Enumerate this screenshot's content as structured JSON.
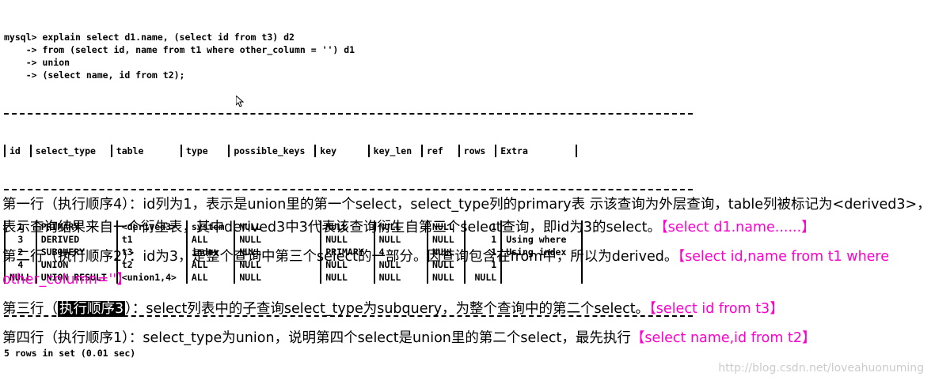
{
  "console": {
    "query_lines": [
      "mysql> explain select d1.name, (select id from t3) d2",
      "    -> from (select id, name from t1 where other_column = '') d1",
      "    -> union",
      "    -> (select name, id from t2);"
    ],
    "table": {
      "headers": [
        "id",
        "select_type",
        "table",
        "type",
        "possible_keys",
        "key",
        "key_len",
        "ref",
        "rows",
        "Extra"
      ],
      "rows": [
        [
          "1",
          "PRIMARY",
          "<derived3>",
          "system",
          "NULL",
          "NULL",
          "NULL",
          "NULL",
          "1",
          ""
        ],
        [
          "3",
          "DERIVED",
          "t1",
          "ALL",
          "NULL",
          "NULL",
          "NULL",
          "NULL",
          "1",
          "Using where"
        ],
        [
          "2",
          "SUBQUERY",
          "t3",
          "index",
          "NULL",
          "PRIMARY",
          "4",
          "NULL",
          "1",
          "Using index"
        ],
        [
          "4",
          "UNION",
          "t2",
          "ALL",
          "NULL",
          "NULL",
          "NULL",
          "NULL",
          "1",
          ""
        ],
        [
          "NULL",
          "UNION RESULT",
          "<union1,4>",
          "ALL",
          "NULL",
          "NULL",
          "NULL",
          "NULL",
          "NULL",
          ""
        ]
      ]
    },
    "footer": "5 rows in set (0.01 sec)"
  },
  "notes": {
    "p1_text": "第一行（执行顺序4）：id列为1，表示是union里的第一个select，select_type列的primary表 示该查询为外层查询，table列被标记为<derived3>，表示查询结果来自一个衍生表，其中derived3中3代表该查询衍生自第三个select查询，即id为3的select。",
    "p1_pink": "【select d1.name......】",
    "p2_text": "第二行（执行顺序2）：id为3，是整个查询中第三个select的一部分。因查询包含在from中，所以为derived。",
    "p2_pink": "【select id,name from t1 where other_column=''】",
    "p3_pre": "第三行（",
    "p3_hl": "执行顺序3",
    "p3_text": "）：select列表中的子查询select_type为subquery，为整个查询中的第二个select。",
    "p3_pink": "【select id from t3】",
    "p4_text": "第四行（执行顺序1）：select_type为union，说明第四个select是union里的第二个select，最先执行",
    "p4_pink": "【select name,id from t2】"
  },
  "watermark": "http://blog.csdn.net/loveahuonuming",
  "colors": {
    "accent": "#ff00cc",
    "highlight_bg": "#000000",
    "text": "#000000"
  }
}
